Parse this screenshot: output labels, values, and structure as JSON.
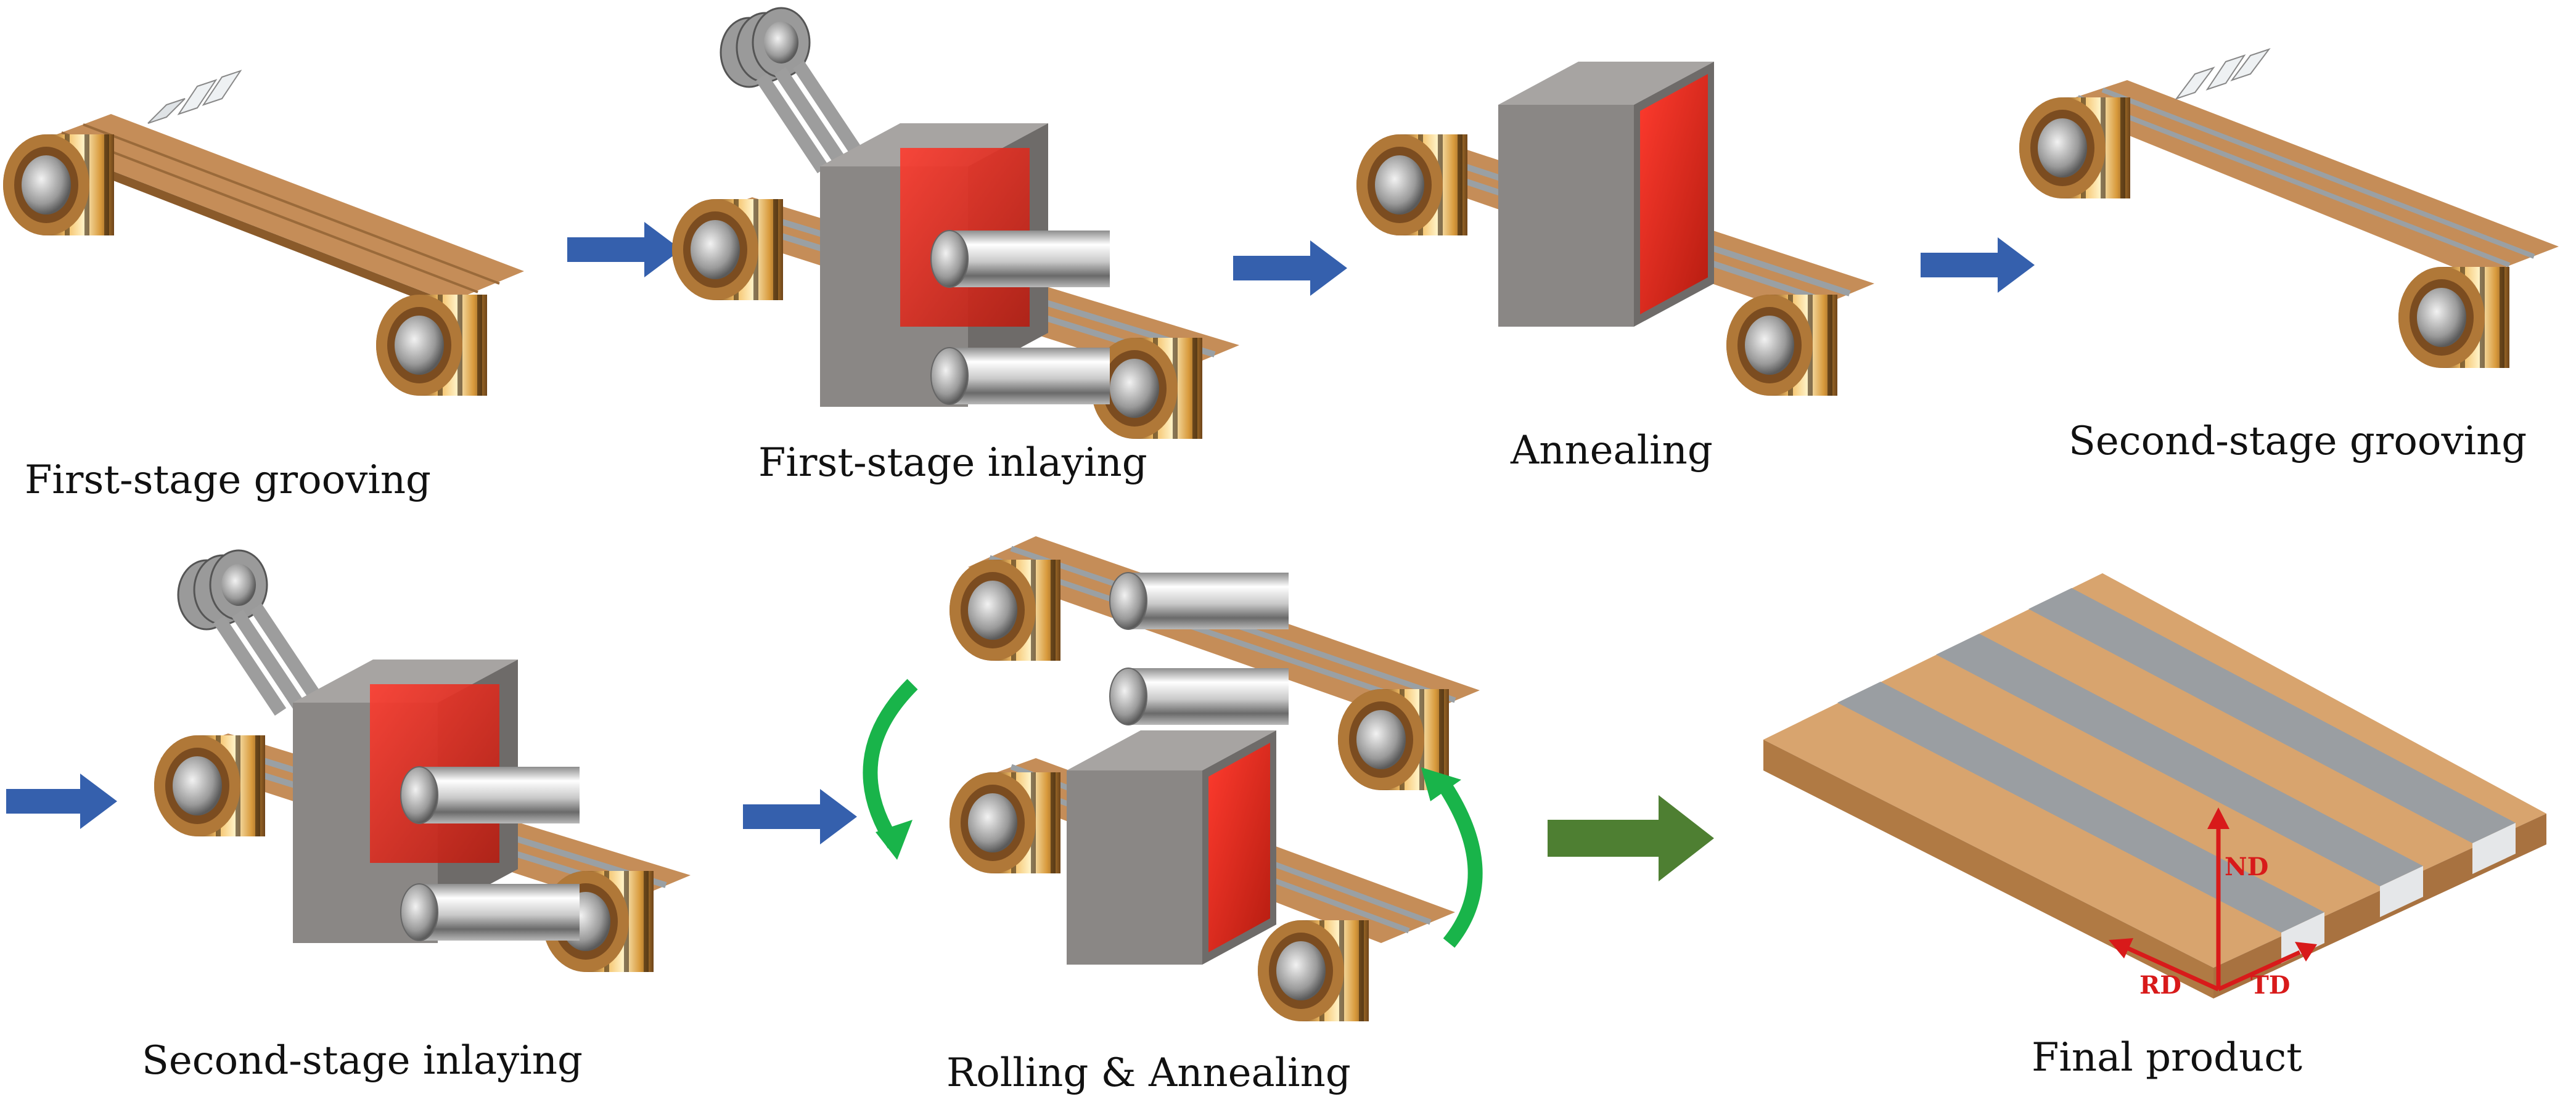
{
  "stages": [
    {
      "id": "s1",
      "label": "First-stage grooving"
    },
    {
      "id": "s2",
      "label": "First-stage inlaying"
    },
    {
      "id": "s3",
      "label": "Annealing"
    },
    {
      "id": "s4",
      "label": "Second-stage grooving"
    },
    {
      "id": "s5",
      "label": "Second-stage inlaying"
    },
    {
      "id": "s6",
      "label": "Rolling & Annealing"
    },
    {
      "id": "s7",
      "label": "Final product"
    }
  ],
  "axes": {
    "nd": "ND",
    "rd": "RD",
    "td": "TD"
  },
  "colors": {
    "strip": "#c8925e",
    "strip_dark": "#a06a38",
    "inlay": "#a0a4a8",
    "furnace": "#8a8785",
    "heat": "#e8231a",
    "flow_arrow": "#3560ad",
    "cycle_arrow": "#19b44a",
    "final_arrow": "#4e7f32",
    "axis": "#d81a1a"
  }
}
